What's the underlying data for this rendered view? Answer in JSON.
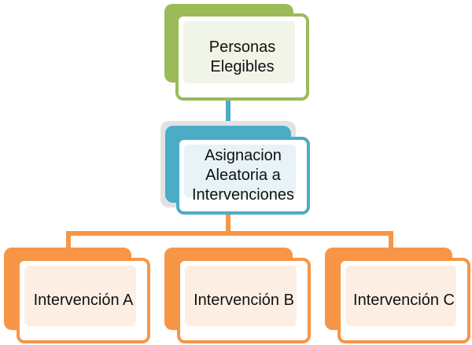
{
  "colors": {
    "green": "#9bbb59",
    "teal": "#4bacc6",
    "orange": "#f79646",
    "shadow": "#e2e2e2"
  },
  "nodes": {
    "root": {
      "line1": "Personas",
      "line2": "Elegibles"
    },
    "middle": {
      "line1": "Asignacion",
      "line2": "Aleatoria a",
      "line3": "Intervenciones"
    },
    "a": {
      "label": "Intervención A"
    },
    "b": {
      "label": "Intervención B"
    },
    "c": {
      "label": "Intervención C"
    }
  }
}
